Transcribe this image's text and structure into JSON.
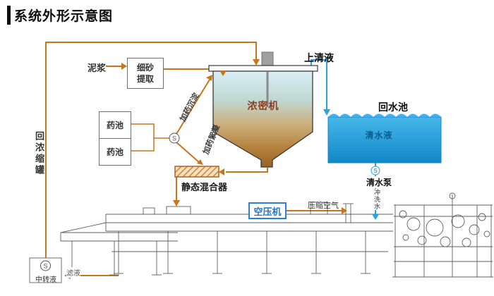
{
  "title": "系统外形示意图",
  "labels": {
    "mud": "泥浆",
    "fine_sand_line1": "细砂",
    "fine_sand_line2": "提取",
    "chem_pool": "药池",
    "dosing_sediment": "加药沉淀",
    "dosing_flocculation": "加药絮凝",
    "thickener": "浓密机",
    "supernatant": "上清液",
    "return_pool": "回水池",
    "clear_water": "清水液",
    "clear_water_pump": "清水泵",
    "flush_water": "冲洗水",
    "static_mixer": "静态混合器",
    "return_concentrate": "回浓缩罐",
    "air_compressor": "空压机",
    "compressed_air": "压缩空气",
    "transfer_liquid": "中转液",
    "filtrate": "滤液"
  },
  "icons": {
    "pump": "S"
  },
  "colors": {
    "flow_orange": "#c8761d",
    "water_blue": "#2aa3de",
    "compressor_blue": "#2b7fd4",
    "thickener_label": "#8b3c20",
    "machine_line": "#5f5f5f"
  }
}
